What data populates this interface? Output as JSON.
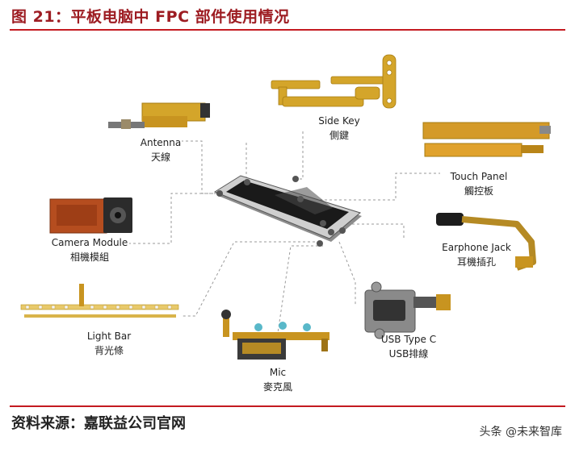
{
  "title": "图 21：平板电脑中 FPC 部件使用情况",
  "labels": {
    "side_key": {
      "en": "Side Key",
      "zh": "側鍵"
    },
    "antenna": {
      "en": "Antenna",
      "zh": "天線"
    },
    "touch_panel": {
      "en": "Touch Panel",
      "zh": "觸控板"
    },
    "camera_module": {
      "en": "Camera Module",
      "zh": "相機模組"
    },
    "earphone_jack": {
      "en": "Earphone Jack",
      "zh": "耳機插孔"
    },
    "usb_type_c": {
      "en": "USB Type C",
      "zh": "USB排線"
    },
    "light_bar": {
      "en": "Light Bar",
      "zh": "背光條"
    },
    "mic": {
      "en": "Mic",
      "zh": "麥克風"
    }
  },
  "source": "资料来源：嘉联益公司官网",
  "watermark": "头条 @未来智库",
  "colors": {
    "accent": "#c41a20",
    "title": "#9d1c22",
    "fpc": "#d4a52a",
    "line": "#9a9a9a"
  }
}
